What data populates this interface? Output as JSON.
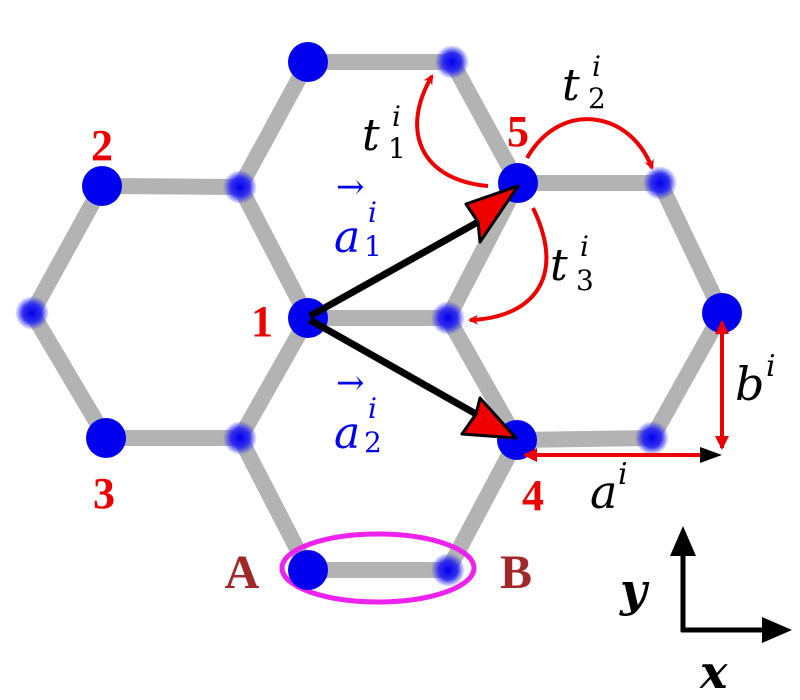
{
  "colors": {
    "bond": "#b3b3b3",
    "site": "#0000ee",
    "hopping": "#ee0000",
    "lattice_vector": "#000000",
    "site_label": "#ee0000",
    "sublattice_label": "#a02828",
    "unit_cell": "#ee22ee",
    "vector_label": "#0000ee"
  },
  "site_labels": [
    "1",
    "2",
    "3",
    "4",
    "5"
  ],
  "sublattice_labels": {
    "a": "A",
    "b": "B"
  },
  "vectors": {
    "a1": {
      "base": "a",
      "sup": "i",
      "sub": "1",
      "arrow": "→"
    },
    "a2": {
      "base": "a",
      "sup": "i",
      "sub": "2",
      "arrow": "→"
    }
  },
  "hoppings": {
    "t1": {
      "base": "t",
      "sup": "i",
      "sub": "1"
    },
    "t2": {
      "base": "t",
      "sup": "i",
      "sub": "2"
    },
    "t3": {
      "base": "t",
      "sup": "i",
      "sub": "3"
    }
  },
  "dimensions": {
    "a": {
      "base": "a",
      "sup": "i"
    },
    "b": {
      "base": "b",
      "sup": "i"
    }
  },
  "axes": {
    "x": "x",
    "y": "y"
  }
}
